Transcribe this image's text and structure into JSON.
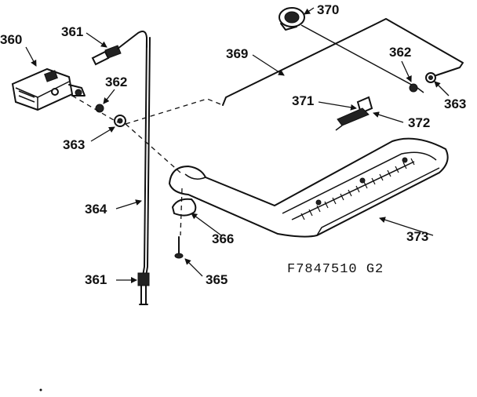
{
  "diagram": {
    "drawing_code": "F7847510 G2",
    "callouts": {
      "c360": "360",
      "c361_top": "361",
      "c361_bottom": "361",
      "c362_left": "362",
      "c362_right": "362",
      "c363_left": "363",
      "c363_right": "363",
      "c364": "364",
      "c365": "365",
      "c366": "366",
      "c369": "369",
      "c370": "370",
      "c371": "371",
      "c372": "372",
      "c373": "373"
    }
  }
}
